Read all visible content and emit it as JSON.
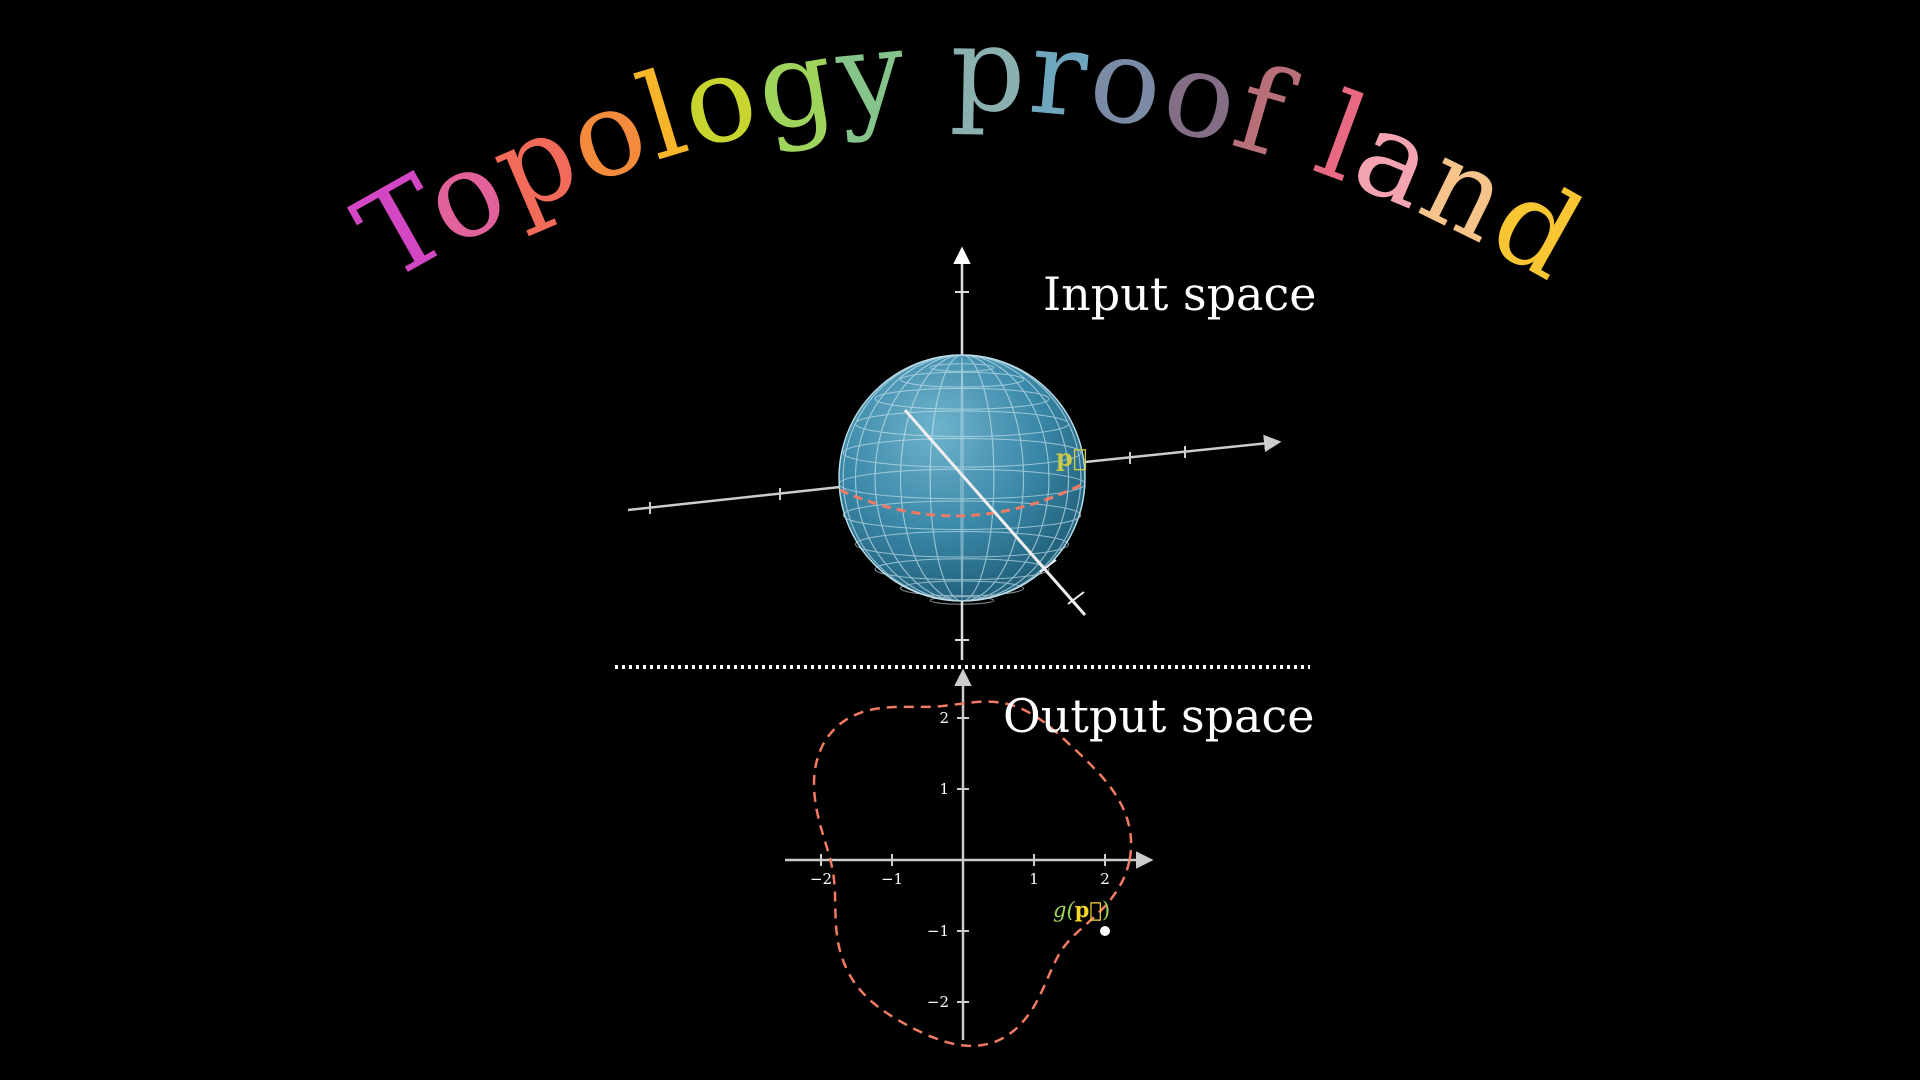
{
  "title": {
    "text": "Topology proof land",
    "letter_colors": [
      "#d447c4",
      "#e2619a",
      "#f26b5a",
      "#f48a3c",
      "#f7b52a",
      "#c7d52e",
      "#9ed45c",
      "#85c48a",
      "#8ab0b0",
      "#6ea7bd",
      "#7b8aa5",
      "#836e86",
      "#b86f78",
      "#e86a82",
      "#f4a4b0",
      "#f6c48a",
      "#f7c632",
      "#d6d43a",
      "#b6cf5a",
      "#8fc98a"
    ]
  },
  "input_space": {
    "label": "Input space",
    "point_label": "p⃗",
    "sphere_color": "#3a8fb0",
    "equator_color": "#f07a64"
  },
  "output_space": {
    "label": "Output space",
    "point_label_g": "g(",
    "point_label_p": "p⃗",
    "point_label_close": ")",
    "x_ticks": [
      "−2",
      "−1",
      "1",
      "2"
    ],
    "y_ticks": [
      "2",
      "1",
      "−1",
      "−2"
    ],
    "curve_color": "#f07a64",
    "point_value": [
      2,
      -1
    ]
  },
  "colors": {
    "background": "#000000",
    "axis": "#cccccc",
    "point_label_g": "#9ed45c",
    "point_label_p": "#f7d72a"
  }
}
